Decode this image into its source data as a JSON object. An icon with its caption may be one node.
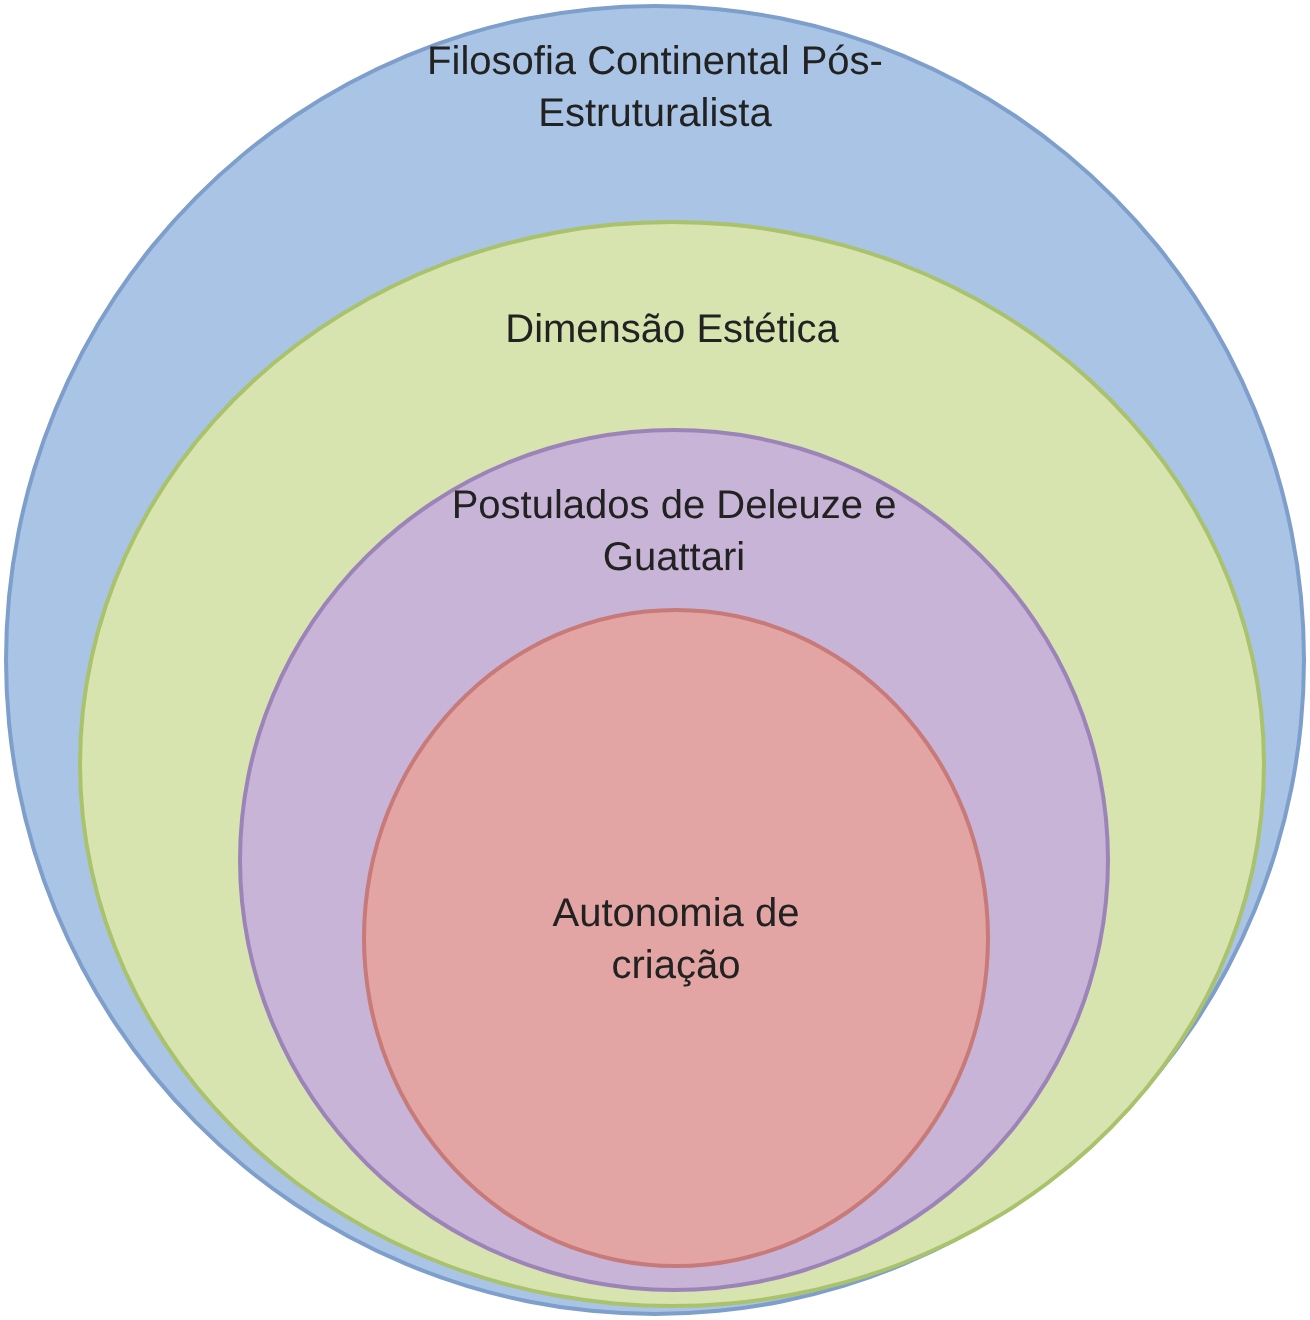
{
  "diagram": {
    "nodes": [
      {
        "text": [
          "Filosofia Continental Pós-Estruturalista"
        ]
      },
      {
        "text": [
          "Dimensão Estética"
        ],
        "in": 0
      },
      {
        "text": [
          "Postulados de Deleuze e Guattari"
        ],
        "in": 1
      },
      {
        "text": [
          "Autonomia de criação"
        ],
        "in": 2
      }
    ],
    "edges": []
  }
}
